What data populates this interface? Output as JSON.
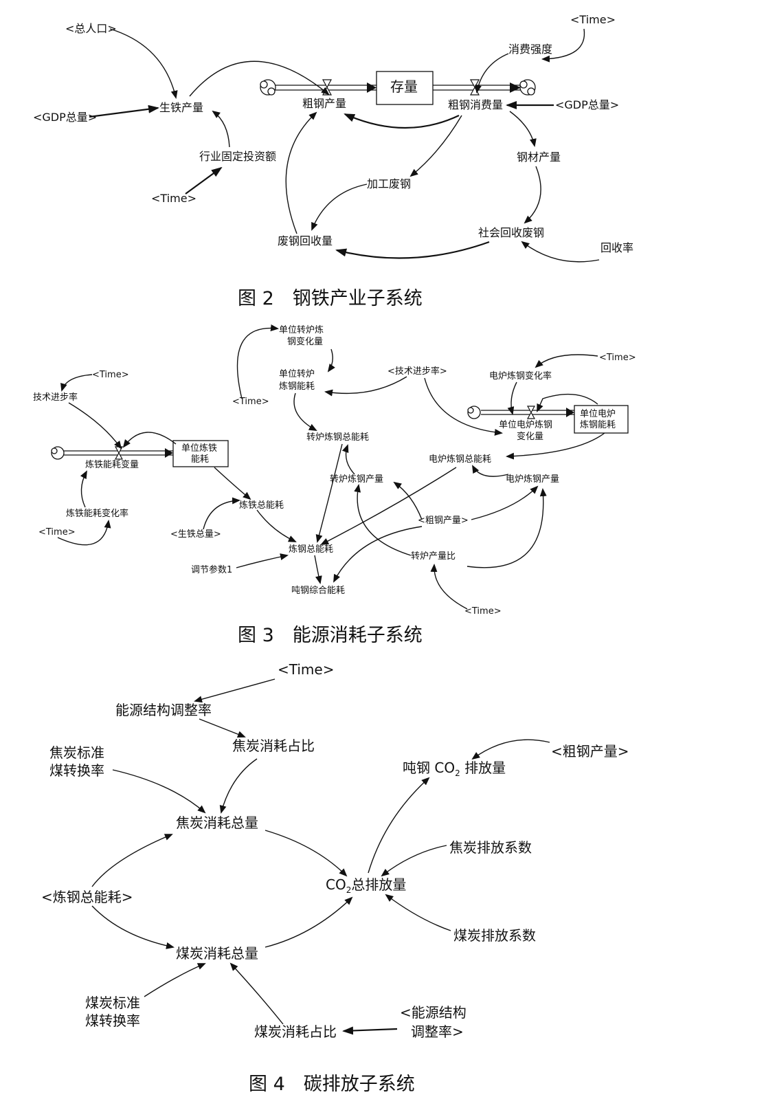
{
  "fig2": {
    "caption": "图 2　钢铁产业子系统",
    "nodes": {
      "total_pop": "<总人口>",
      "gdp_left": "<GDP总量>",
      "pig_iron": "生铁产量",
      "fixed_invest": "行业固定投资额",
      "time_a": "<Time>",
      "stock": "存量",
      "crude_steel": "粗钢产量",
      "crude_consume": "粗钢消费量",
      "time_b": "<Time>",
      "consume_intensity": "消费强度",
      "gdp_right": "<GDP总量>",
      "steel_output": "钢材产量",
      "process_scrap": "加工废钢",
      "scrap_recovery": "废钢回收量",
      "social_scrap": "社会回收废钢",
      "recovery_rate": "回收率"
    }
  },
  "fig3": {
    "caption": "图 3　能源消耗子系统",
    "nodes": {
      "time_a": "<Time>",
      "tech_rate_left": "技术进步率",
      "iron_energy_var": "炼铁能耗变量",
      "unit_iron_energy_1": "单位炼铁",
      "unit_iron_energy_2": "能耗",
      "iron_energy_rate": "炼铁能耗变化率",
      "time_b": "<Time>",
      "iron_total": "炼铁总能耗",
      "pig_total": "<生铁总量>",
      "bof_change_1": "单位转炉炼",
      "bof_change_2": "钢变化量",
      "bof_unit_1": "单位转炉",
      "bof_unit_2": "炼钢能耗",
      "time_c": "<Time>",
      "tech_rate_mid": "<技术进步率>",
      "bof_total": "转炉炼钢总能耗",
      "bof_output": "转炉炼钢产量",
      "steel_total": "炼钢总能耗",
      "adjust_param": "调节参数1",
      "ton_steel": "吨钢综合能耗",
      "crude_steel": "<粗钢产量>",
      "bof_ratio": "转炉产量比",
      "time_d": "<Time>",
      "time_e": "<Time>",
      "eaf_rate": "电炉炼钢变化率",
      "eaf_change_1": "单位电炉炼钢",
      "eaf_change_2": "变化量",
      "eaf_unit_1": "单位电炉",
      "eaf_unit_2": "炼钢能耗",
      "eaf_total": "电炉炼钢总能耗",
      "eaf_output": "电炉炼钢产量"
    }
  },
  "fig4": {
    "caption": "图 4　碳排放子系统",
    "nodes": {
      "time": "<Time>",
      "energy_struct_rate": "能源结构调整率",
      "coke_share": "焦炭消耗占比",
      "coke_conv_1": "焦炭标准",
      "coke_conv_2": "煤转换率",
      "coke_total": "焦炭消耗总量",
      "steel_energy": "<炼钢总能耗>",
      "coal_total": "煤炭消耗总量",
      "coal_conv_1": "煤炭标准",
      "coal_conv_2": "煤转换率",
      "coal_share": "煤炭消耗占比",
      "energy_struct_ref_1": "<能源结构",
      "energy_struct_ref_2": "调整率>",
      "ton_co2_pre": "吨钢 CO",
      "ton_co2_sub": "2",
      "ton_co2_post": " 排放量",
      "crude_steel": "<粗钢产量>",
      "coke_factor": "焦炭排放系数",
      "co2_total_pre": "CO",
      "co2_total_sub": "2",
      "co2_total_post": "总排放量",
      "coal_factor": "煤炭排放系数"
    }
  }
}
